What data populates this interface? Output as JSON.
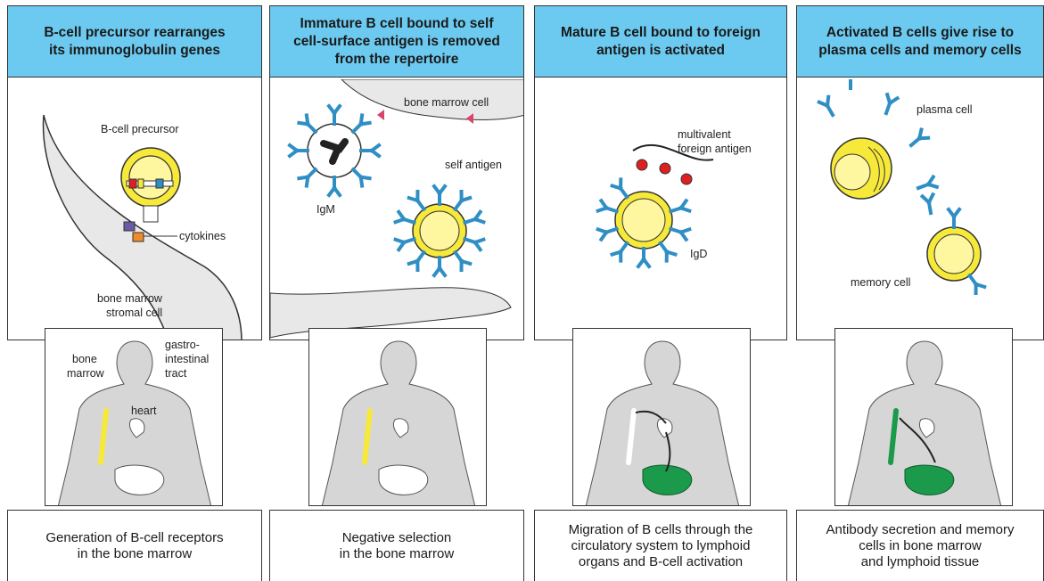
{
  "panels": [
    {
      "header": "B-cell precursor rearranges\nits immunoglobulin genes",
      "labels": {
        "precursor": "B-cell precursor",
        "cytokines": "cytokines",
        "stromal_1": "bone marrow",
        "stromal_2": "stromal cell"
      },
      "body_labels": {
        "bone_1": "bone",
        "bone_2": "marrow",
        "gi_1": "gastro-",
        "gi_2": "intestinal",
        "gi_3": "tract",
        "heart": "heart"
      },
      "caption": "Generation of B-cell receptors\nin the bone marrow"
    },
    {
      "header": "Immature B cell bound to self\ncell-surface antigen is removed\nfrom the repertoire",
      "labels": {
        "bm_cell": "bone marrow cell",
        "self_antigen": "self antigen",
        "igm": "IgM"
      },
      "caption": "Negative selection\nin the bone marrow"
    },
    {
      "header": "Mature B cell bound to foreign\nantigen is activated",
      "labels": {
        "multi_1": "multivalent",
        "multi_2": "foreign antigen",
        "igd": "IgD"
      },
      "caption": "Migration of B cells through the\ncirculatory system to lymphoid\norgans and B-cell activation"
    },
    {
      "header": "Activated B cells give rise to\nplasma cells and memory cells",
      "labels": {
        "plasma": "plasma cell",
        "memory": "memory cell"
      },
      "caption": "Antibody secretion and memory\ncells in bone marrow\nand lymphoid tissue"
    }
  ],
  "colors": {
    "header_bg": "#6ccaf0",
    "cell_yellow": "#f6e93a",
    "antibody_blue": "#2f8fc4",
    "organ_green": "#1a9a4a",
    "body_gray": "#d6d6d6"
  }
}
